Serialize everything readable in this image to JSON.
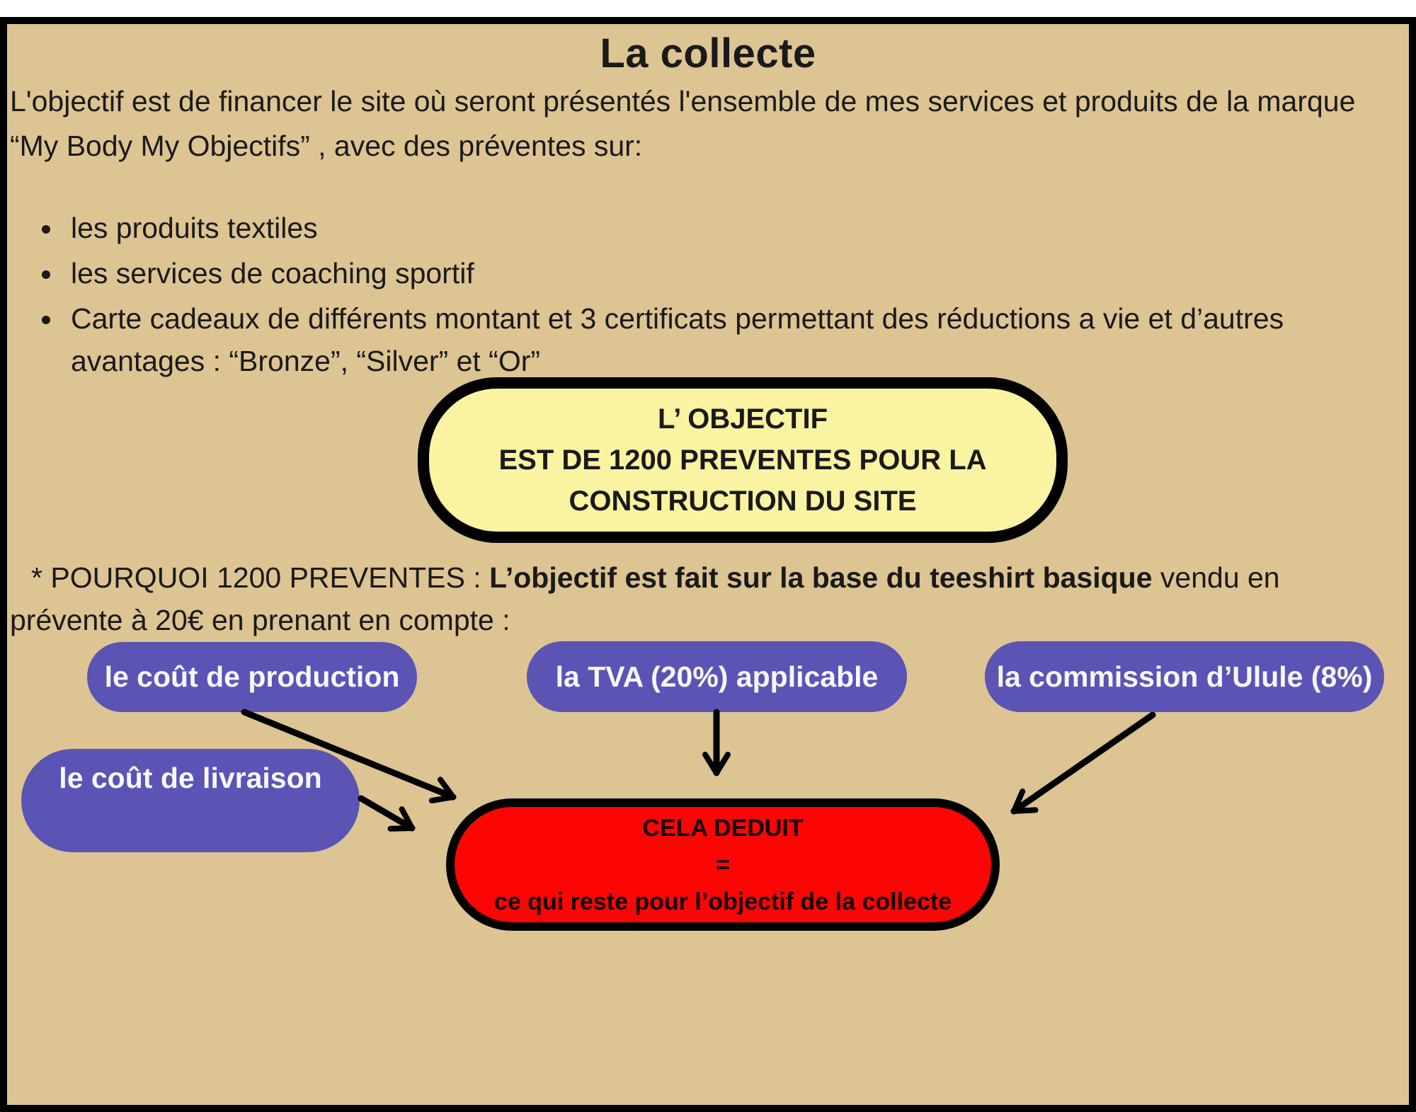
{
  "title": "La collecte",
  "intro": "L'objectif est de financer le site où seront présentés l'ensemble de mes services et produits de la marque “My Body My Objectifs” , avec des  préventes sur:",
  "bullets": [
    "les produits textiles",
    "les services de coaching sportif",
    "Carte cadeaux de différents montant et 3 certificats permettant des réductions a vie et d’autres avantages : “Bronze”, “Silver” et “Or”"
  ],
  "objective_box": {
    "line1": "L’ OBJECTIF",
    "line2": "EST DE  1200 PREVENTES POUR LA",
    "line3": "CONSTRUCTION DU SITE"
  },
  "why": {
    "prefix": "* POURQUOI 1200 PREVENTES : ",
    "bold": "L’objectif est fait sur la base du teeshirt basique",
    "suffix": " vendu en prévente à 20€ en prenant en compte :"
  },
  "pills": {
    "production": "le coût de production",
    "tva": "la TVA (20%) applicable",
    "commission": "la commission d’Ulule (8%)",
    "livraison": "le coût de livraison"
  },
  "result_box": {
    "line1": "CELA DEDUIT",
    "line2": "=",
    "line3": "ce qui reste pour l’objectif de la collecte"
  },
  "colors": {
    "background": "#dcc493",
    "frame_border": "#000000",
    "objective_fill": "#faf3a2",
    "pill_fill": "#5b54b5",
    "pill_text": "#f7f7fb",
    "result_fill": "#fb0505",
    "text": "#1a1a1a",
    "arrow": "#000000"
  }
}
